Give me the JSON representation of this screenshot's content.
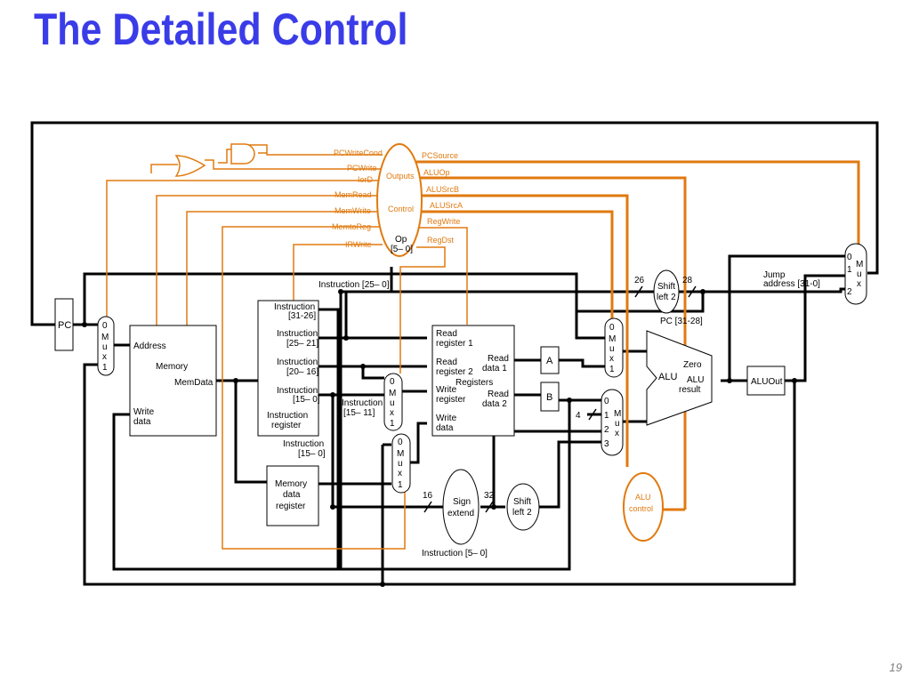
{
  "title": "The Detailed Control",
  "page_number": "19",
  "colors": {
    "title": "#3a3ce8",
    "control": "#e07a10",
    "wire": "#000000"
  },
  "control": {
    "outputs": "Outputs",
    "control": "Control",
    "op": "Op",
    "op_bits": "[5– 0]",
    "left_signals": [
      "PCWriteCond",
      "PCWrite",
      "IorD",
      "MemRead",
      "MemWrite",
      "MemtoReg",
      "IRWrite"
    ],
    "right_signals": [
      "PCSource",
      "ALUOp",
      "ALUSrcB",
      "ALUSrcA",
      "RegWrite",
      "RegDst"
    ]
  },
  "blocks": {
    "pc": "PC",
    "memory": {
      "address": "Address",
      "memory": "Memory",
      "memdata": "MemData",
      "write": "Write",
      "data": "data"
    },
    "ir": {
      "instr": "Instruction",
      "f3126": "[31-26]",
      "f2521": "[25– 21]",
      "f2016": "[20– 16]",
      "f150": "[15– 0]",
      "ir1": "Instruction",
      "ir2": "register"
    },
    "mdr": {
      "l1": "Memory",
      "l2": "data",
      "l3": "register"
    },
    "regs": {
      "rr1a": "Read",
      "rr1b": "register 1",
      "rr2a": "Read",
      "rr2b": "register 2",
      "wra": "Write",
      "wrb": "register",
      "wda": "Write",
      "wdb": "data",
      "rd1a": "Read",
      "rd1b": "data 1",
      "rd2a": "Read",
      "rd2b": "data 2",
      "name": "Registers"
    },
    "a": "A",
    "b": "B",
    "alu": {
      "alu": "ALU",
      "zero": "Zero",
      "res1": "ALU",
      "res2": "result"
    },
    "aluout": "ALUOut",
    "alu_control": {
      "l1": "ALU",
      "l2": "control"
    },
    "sign_extend": {
      "l1": "Sign",
      "l2": "extend"
    },
    "shift1": {
      "l1": "Shift",
      "l2": "left 2"
    },
    "shift2": {
      "l1": "Shift",
      "l2": "left 2"
    },
    "mux_letters": [
      "M",
      "u",
      "x"
    ]
  },
  "labels": {
    "instr_2500": "Instruction [25– 0]",
    "instr_1511_a": "Instruction",
    "instr_1511_b": "[15– 11]",
    "instr_150_a": "Instruction",
    "instr_150_b": "[15– 0]",
    "instr_50": "Instruction [5– 0]",
    "jump_a": "Jump",
    "jump_b": "address [31-0]",
    "pc_3128": "PC [31-28]",
    "w26": "26",
    "w28": "28",
    "w16": "16",
    "w32": "32",
    "four": "4",
    "zero": "0",
    "one": "1",
    "two": "2",
    "three": "3"
  }
}
